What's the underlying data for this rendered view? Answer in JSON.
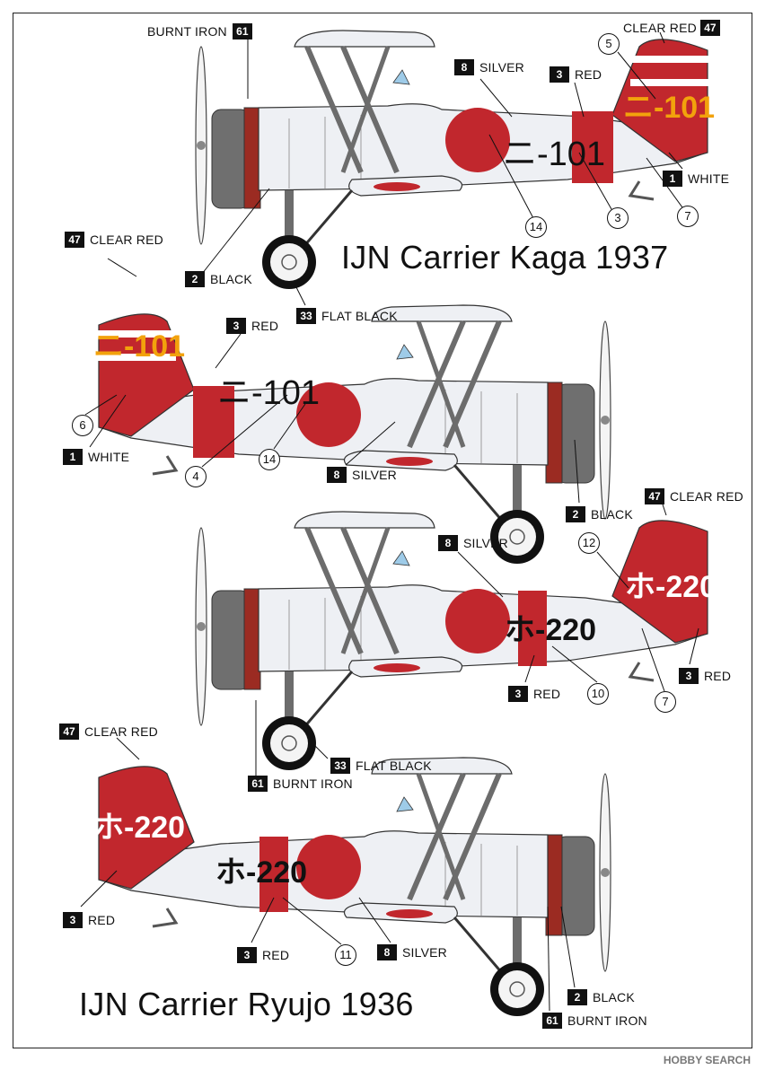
{
  "titles": {
    "kaga": "IJN Carrier Kaga 1937",
    "ryujo": "IJN Carrier Ryujo 1936"
  },
  "markings": {
    "kaga": "ニ-101",
    "ryujo": "ホ-220"
  },
  "colors": {
    "red": "#c1272d",
    "silver": "#ebedf2",
    "grey": "#6f6f6f",
    "burnt_iron": "#5a5a5a",
    "tail_code_yellow": "#f2a20c"
  },
  "tags": {
    "t1": {
      "num": "61",
      "label": "BURNT IRON"
    },
    "t2": {
      "num": "47",
      "label": "CLEAR RED"
    },
    "t3": {
      "num": "8",
      "label": "SILVER"
    },
    "t4": {
      "num": "3",
      "label": "RED"
    },
    "t5": {
      "num": "1",
      "label": "WHITE"
    },
    "t6": {
      "num": "47",
      "label": "CLEAR RED"
    },
    "t7": {
      "num": "2",
      "label": "BLACK"
    },
    "t8": {
      "num": "3",
      "label": "RED"
    },
    "t9": {
      "num": "33",
      "label": "FLAT BLACK"
    },
    "t10": {
      "num": "1",
      "label": "WHITE"
    },
    "t11": {
      "num": "8",
      "label": "SILVER"
    },
    "t12": {
      "num": "2",
      "label": "BLACK"
    },
    "t13": {
      "num": "47",
      "label": "CLEAR RED"
    },
    "t14": {
      "num": "8",
      "label": "SILVER"
    },
    "t15": {
      "num": "3",
      "label": "RED"
    },
    "t16": {
      "num": "3",
      "label": "RED"
    },
    "t17": {
      "num": "47",
      "label": "CLEAR RED"
    },
    "t18": {
      "num": "33",
      "label": "FLAT BLACK"
    },
    "t19": {
      "num": "61",
      "label": "BURNT IRON"
    },
    "t20": {
      "num": "3",
      "label": "RED"
    },
    "t21": {
      "num": "3",
      "label": "RED"
    },
    "t22": {
      "num": "8",
      "label": "SILVER"
    },
    "t23": {
      "num": "2",
      "label": "BLACK"
    },
    "t24": {
      "num": "61",
      "label": "BURNT IRON"
    }
  },
  "callouts": {
    "c1": "5",
    "c2": "14",
    "c3": "3",
    "c4": "7",
    "c5": "6",
    "c6": "4",
    "c7": "14",
    "c8": "12",
    "c9": "10",
    "c10": "7",
    "c11": "11"
  },
  "watermark": "HOBBY SEARCH"
}
